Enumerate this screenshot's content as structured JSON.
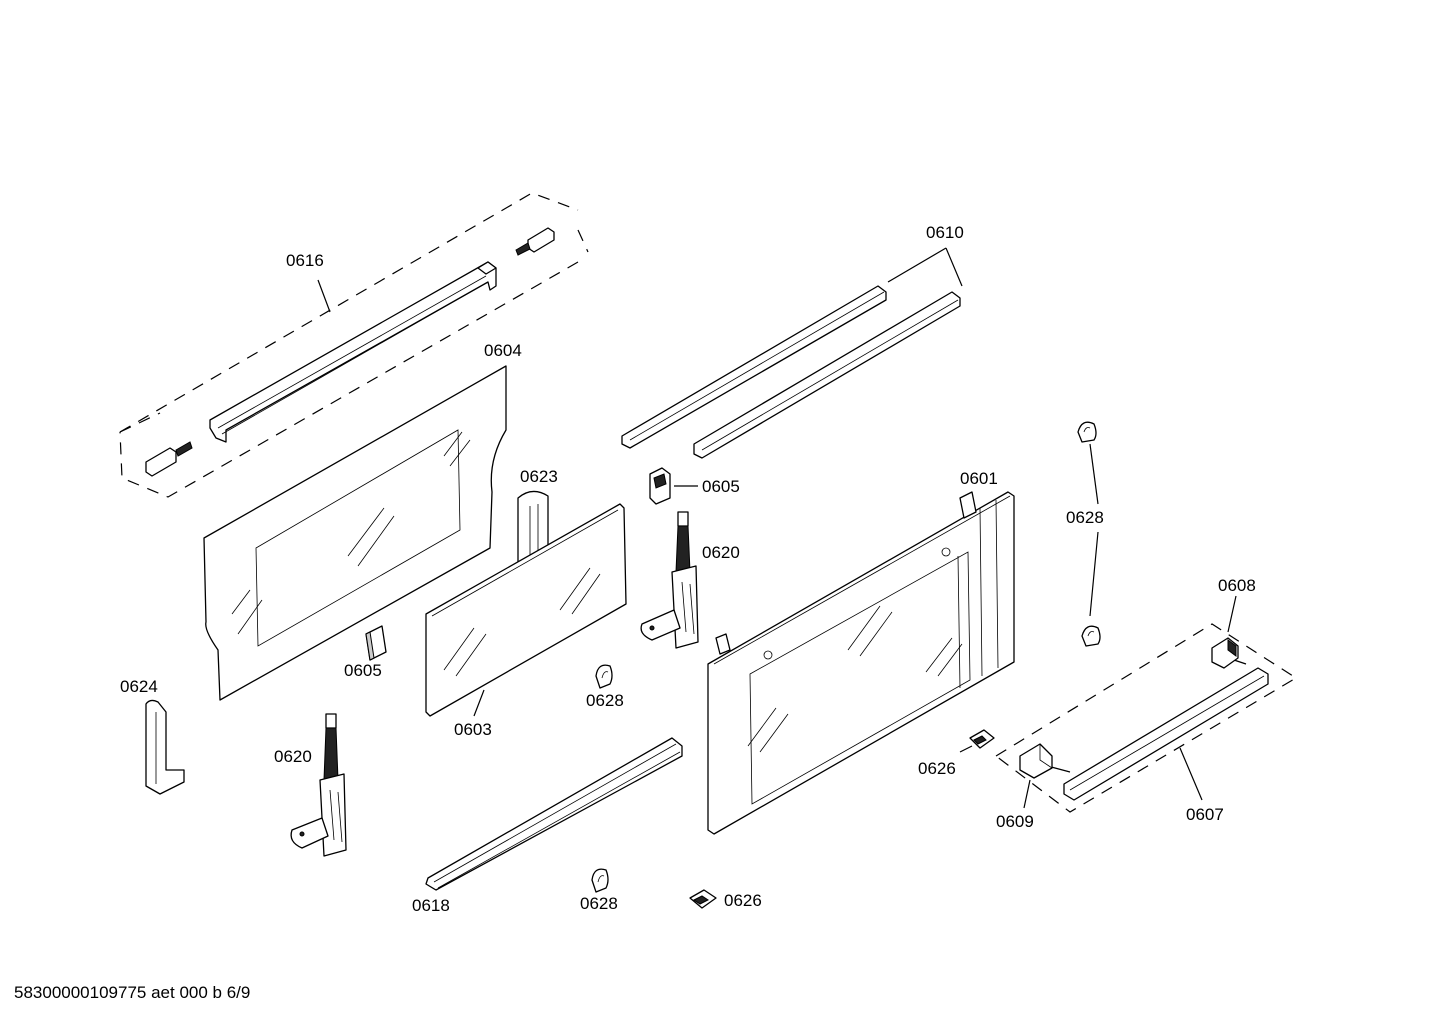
{
  "labels": {
    "p0616": "0616",
    "p0604": "0604",
    "p0610": "0610",
    "p0623": "0623",
    "p0605a": "0605",
    "p0605b": "0605",
    "p0620a": "0620",
    "p0620b": "0620",
    "p0601": "0601",
    "p0628a": "0628",
    "p0628b": "0628",
    "p0628c": "0628",
    "p0608": "0608",
    "p0624": "0624",
    "p0603": "0603",
    "p0626a": "0626",
    "p0626b": "0626",
    "p0609": "0609",
    "p0607": "0607",
    "p0618": "0618"
  },
  "footer": "58300000109775 aet 000 b 6/9"
}
